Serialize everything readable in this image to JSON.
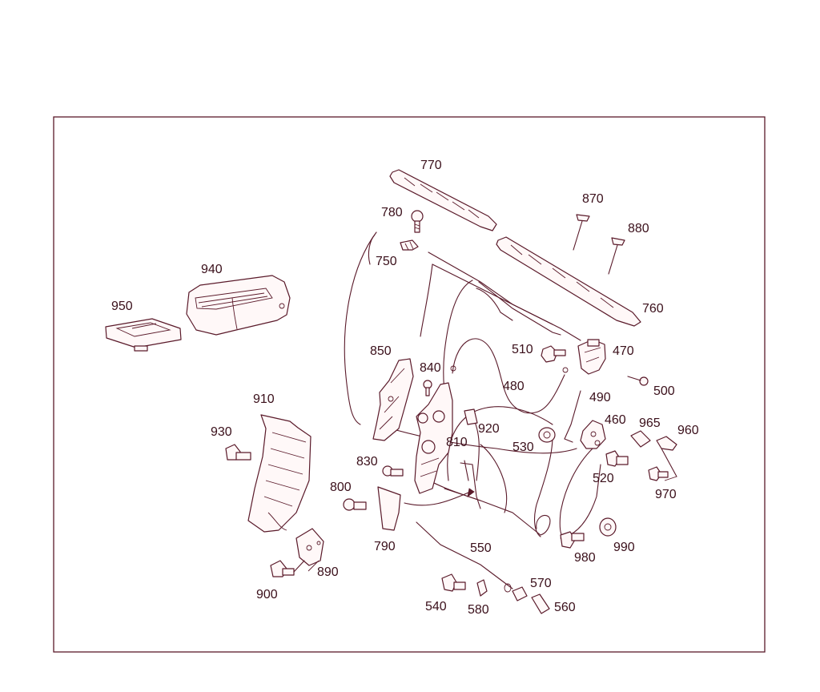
{
  "colors": {
    "ink": "#5a1a2a",
    "paper": "#ffffff",
    "part_fill": "#fff8f8"
  },
  "callouts": [
    {
      "id": "770",
      "label": "770"
    },
    {
      "id": "780",
      "label": "780"
    },
    {
      "id": "750",
      "label": "750"
    },
    {
      "id": "870",
      "label": "870"
    },
    {
      "id": "880",
      "label": "880"
    },
    {
      "id": "760",
      "label": "760"
    },
    {
      "id": "940",
      "label": "940"
    },
    {
      "id": "950",
      "label": "950"
    },
    {
      "id": "850",
      "label": "850"
    },
    {
      "id": "840",
      "label": "840"
    },
    {
      "id": "480",
      "label": "480"
    },
    {
      "id": "510",
      "label": "510"
    },
    {
      "id": "470",
      "label": "470"
    },
    {
      "id": "500",
      "label": "500"
    },
    {
      "id": "490",
      "label": "490"
    },
    {
      "id": "910",
      "label": "910"
    },
    {
      "id": "930",
      "label": "930"
    },
    {
      "id": "920",
      "label": "920"
    },
    {
      "id": "810",
      "label": "810"
    },
    {
      "id": "460",
      "label": "460"
    },
    {
      "id": "965",
      "label": "965"
    },
    {
      "id": "960",
      "label": "960"
    },
    {
      "id": "530",
      "label": "530"
    },
    {
      "id": "830",
      "label": "830"
    },
    {
      "id": "520",
      "label": "520"
    },
    {
      "id": "970",
      "label": "970"
    },
    {
      "id": "800",
      "label": "800"
    },
    {
      "id": "790",
      "label": "790"
    },
    {
      "id": "550",
      "label": "550"
    },
    {
      "id": "980",
      "label": "980"
    },
    {
      "id": "990",
      "label": "990"
    },
    {
      "id": "890",
      "label": "890"
    },
    {
      "id": "900",
      "label": "900"
    },
    {
      "id": "570",
      "label": "570"
    },
    {
      "id": "540",
      "label": "540"
    },
    {
      "id": "580",
      "label": "580"
    },
    {
      "id": "560",
      "label": "560"
    }
  ]
}
